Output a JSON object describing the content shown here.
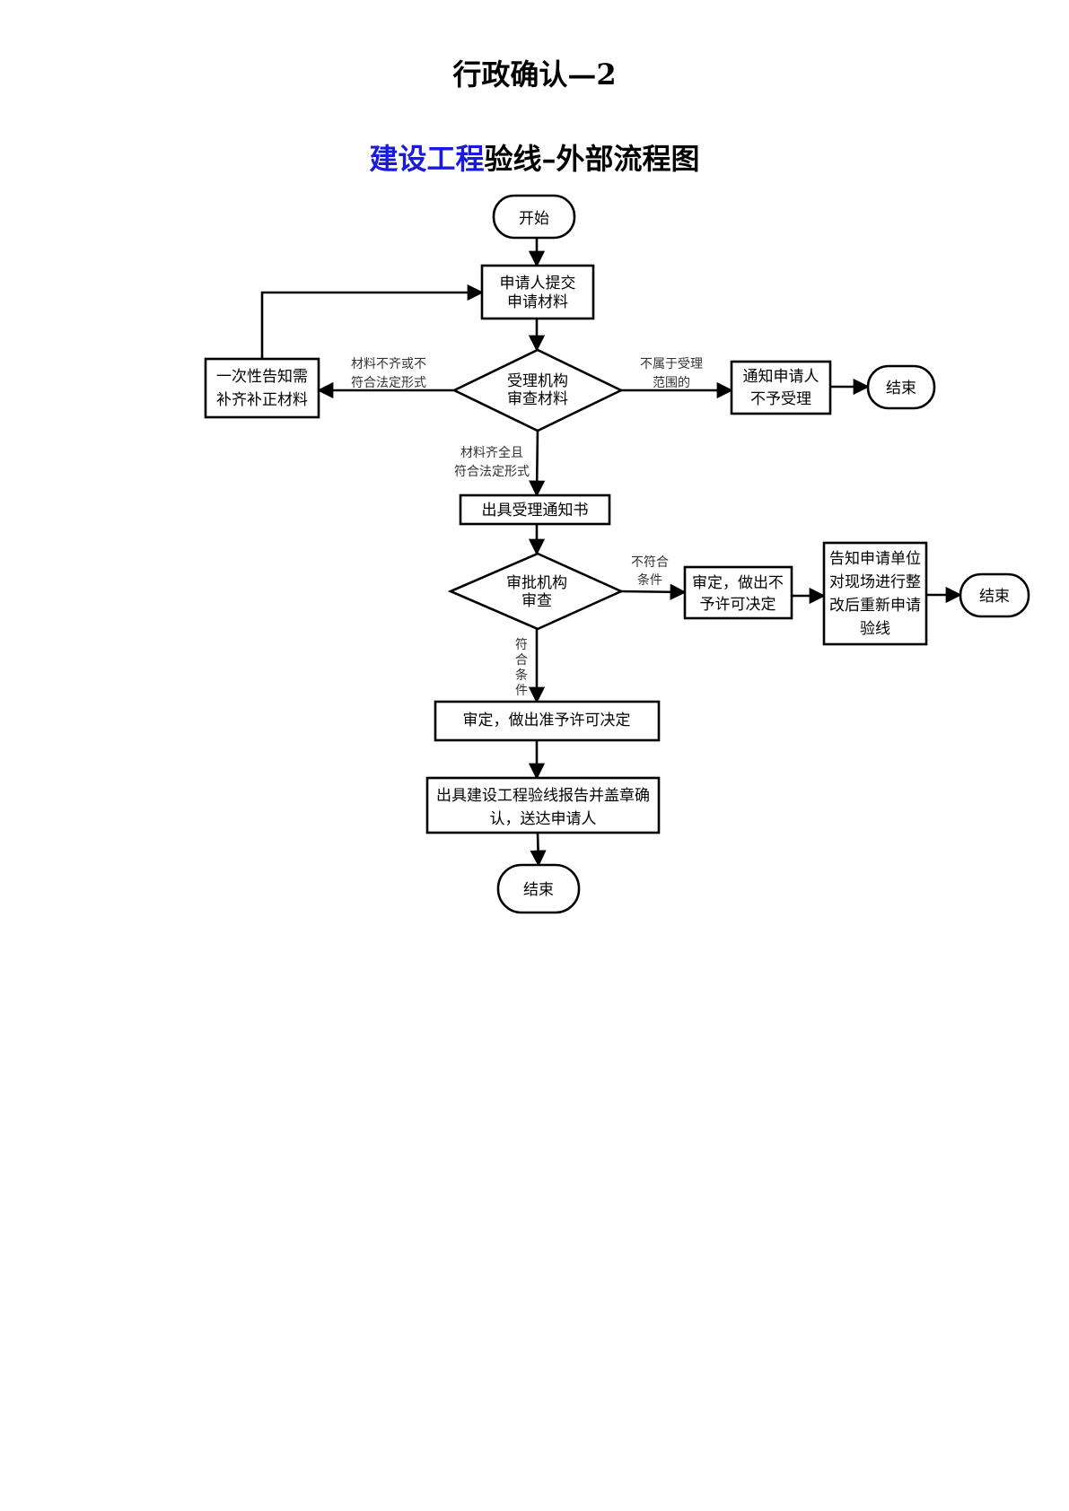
{
  "header": {
    "doc_title": "行政确认—2",
    "flow_title_accent": "建设工程",
    "flow_title_rest": "验线–外部流程图",
    "accent_color": "#1a1adb"
  },
  "nodes": {
    "start": [
      "开始"
    ],
    "submit": [
      "申请人提交",
      "申请材料"
    ],
    "notify_supplement": [
      "一次性告知需",
      "补齐补正材料"
    ],
    "review_materials": [
      "受理机构",
      "审查材料"
    ],
    "notify_reject": [
      "通知申请人",
      "不予受理"
    ],
    "end_reject": [
      "结束"
    ],
    "issue_notice": [
      "出具受理通知书"
    ],
    "approval_review": [
      "审批机构",
      "审查"
    ],
    "deny_decision": [
      "审定，做出不",
      "予许可决定"
    ],
    "notify_rectify": [
      "告知申请单位",
      "对现场进行整",
      "改后重新申请",
      "验线"
    ],
    "end_rectify": [
      "结束"
    ],
    "grant_decision": [
      "审定，做出准予许可决定"
    ],
    "issue_report": [
      "出具建设工程验线报告并盖章确",
      "认，送达申请人"
    ],
    "end_final": [
      "结束"
    ]
  },
  "edge_labels": {
    "incomplete": [
      "材料不齐或不",
      "符合法定形式"
    ],
    "out_of_scope": [
      "不属于受理",
      "范围的"
    ],
    "complete": [
      "材料齐全且",
      "符合法定形式"
    ],
    "not_qualified": [
      "不符合",
      "条件"
    ],
    "qualified": [
      "符",
      "合",
      "条",
      "件"
    ]
  }
}
